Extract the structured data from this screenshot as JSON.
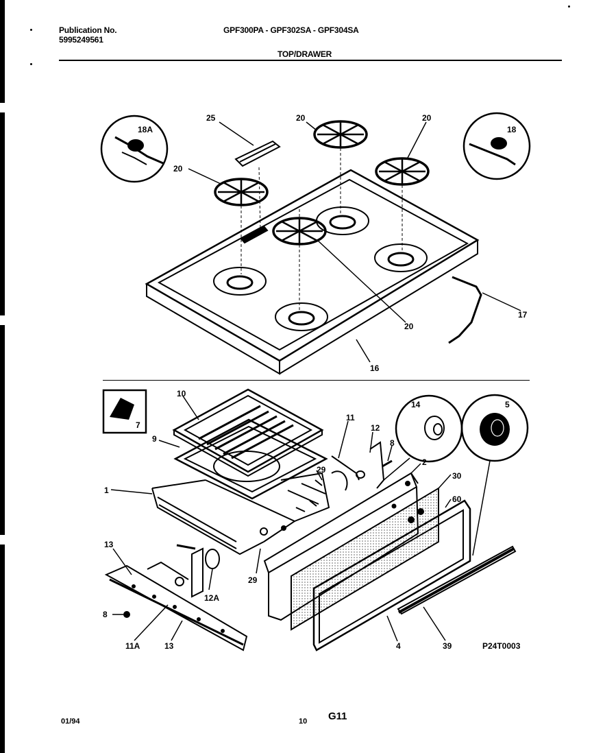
{
  "header": {
    "publication_label": "Publication No.",
    "publication_number": "5995249561",
    "models": "GPF300PA - GPF302SA - GPF304SA",
    "section": "TOP/DRAWER"
  },
  "callouts": {
    "c18a": "18A",
    "c25": "25",
    "c20a": "20",
    "c20b": "20",
    "c20c": "20",
    "c20d": "20",
    "c18": "18",
    "c17": "17",
    "c16": "16",
    "c10": "10",
    "c7": "7",
    "c9": "9",
    "c1": "1",
    "c11": "11",
    "c12": "12",
    "c8a": "8",
    "c14": "14",
    "c5": "5",
    "c2": "2",
    "c29a": "29",
    "c30": "30",
    "c60": "60",
    "c13a": "13",
    "c29b": "29",
    "c12a": "12A",
    "c8b": "8",
    "c11a": "11A",
    "c13b": "13",
    "c4": "4",
    "c39": "39"
  },
  "drawing_code": "P24T0003",
  "footer": {
    "date": "01/94",
    "page": "10",
    "sheet": "G11"
  }
}
